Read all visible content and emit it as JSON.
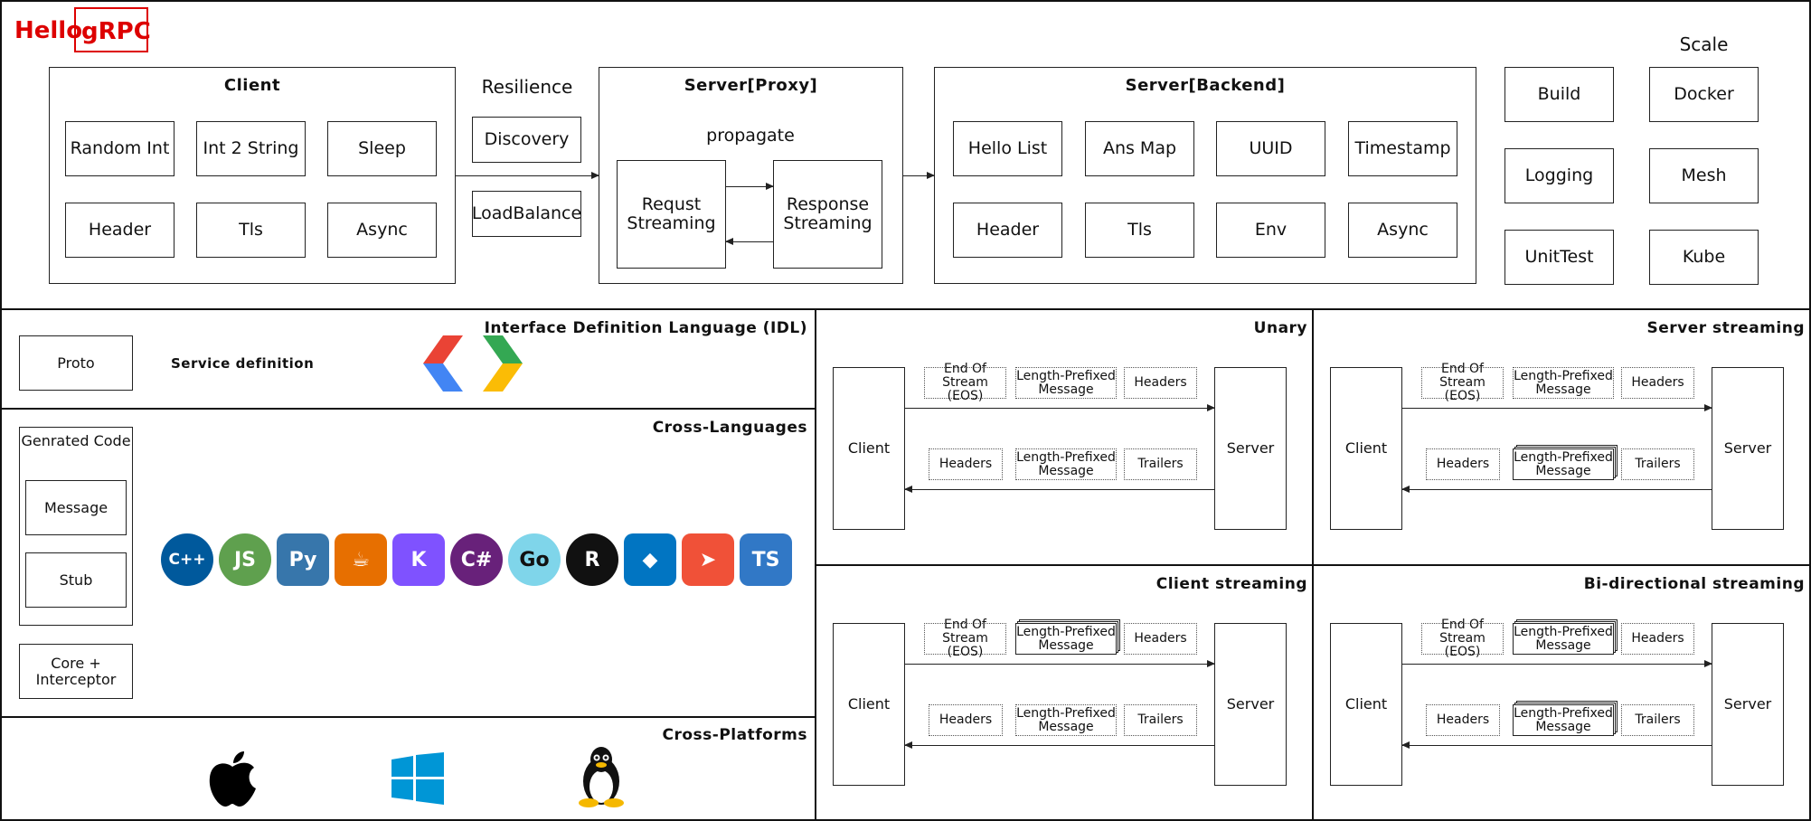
{
  "logo": {
    "hello": "Hello",
    "grpc": "gRPC"
  },
  "top": {
    "client": {
      "title": "Client",
      "items": [
        "Random Int",
        "Int 2 String",
        "Sleep",
        "Header",
        "Tls",
        "Async"
      ]
    },
    "resilience": {
      "title": "Resilience",
      "items": [
        "Discovery",
        "LoadBalance"
      ]
    },
    "proxy": {
      "title": "Server[Proxy]",
      "propagate": "propagate",
      "request": "Requst\nStreaming",
      "response": "Response\nStreaming"
    },
    "backend": {
      "title": "Server[Backend]",
      "items": [
        "Hello List",
        "Ans Map",
        "UUID",
        "Timestamp",
        "Header",
        "Tls",
        "Env",
        "Async"
      ]
    },
    "ops": {
      "scale_title": "Scale",
      "left": [
        "Build",
        "Logging",
        "UnitTest"
      ],
      "right": [
        "Docker",
        "Mesh",
        "Kube"
      ]
    }
  },
  "idl": {
    "title": "Interface Definition Language (IDL)",
    "proto": "Proto",
    "service": "Service definition"
  },
  "cross_languages": {
    "title": "Cross-Languages",
    "generated": "Genrated Code",
    "message": "Message",
    "stub": "Stub",
    "core": "Core +\nInterceptor",
    "icons": [
      {
        "name": "cpp-icon",
        "color": "#00599C",
        "text": "C++"
      },
      {
        "name": "nodejs-icon",
        "color": "#5FA04E",
        "text": "JS"
      },
      {
        "name": "python-icon",
        "color": "#3776AB",
        "text": "Py"
      },
      {
        "name": "java-icon",
        "color": "#E76F00",
        "text": "☕"
      },
      {
        "name": "kotlin-icon",
        "color": "#7F52FF",
        "text": "K"
      },
      {
        "name": "csharp-icon",
        "color": "#68217A",
        "text": "C#"
      },
      {
        "name": "go-gopher-icon",
        "color": "#7FD5EA",
        "text": "Go"
      },
      {
        "name": "rust-icon",
        "color": "#111111",
        "text": "R"
      },
      {
        "name": "dart-icon",
        "color": "#0175C2",
        "text": "◆"
      },
      {
        "name": "swift-icon",
        "color": "#F05138",
        "text": "➤"
      },
      {
        "name": "typescript-icon",
        "color": "#3178C6",
        "text": "TS"
      }
    ]
  },
  "cross_platforms": {
    "title": "Cross-Platforms",
    "icons": [
      "apple-icon",
      "windows-icon",
      "linux-tux-icon"
    ]
  },
  "rpc_types": [
    {
      "title": "Unary",
      "client": "Client",
      "server": "Server",
      "req": [
        "End Of\nStream (EOS)",
        "Length-Prefixed\nMessage",
        "Headers"
      ],
      "res": [
        "Headers",
        "Length-Prefixed\nMessage",
        "Trailers"
      ],
      "req_stream": false,
      "res_stream": false
    },
    {
      "title": "Server streaming",
      "client": "Client",
      "server": "Server",
      "req": [
        "End Of\nStream (EOS)",
        "Length-Prefixed\nMessage",
        "Headers"
      ],
      "res": [
        "Headers",
        "Length-Prefixed\nMessage",
        "Trailers"
      ],
      "req_stream": false,
      "res_stream": true
    },
    {
      "title": "Client streaming",
      "client": "Client",
      "server": "Server",
      "req": [
        "End Of\nStream (EOS)",
        "Length-Prefixed\nMessage",
        "Headers"
      ],
      "res": [
        "Headers",
        "Length-Prefixed\nMessage",
        "Trailers"
      ],
      "req_stream": true,
      "res_stream": false
    },
    {
      "title": "Bi-directional streaming",
      "client": "Client",
      "server": "Server",
      "req": [
        "End Of\nStream (EOS)",
        "Length-Prefixed\nMessage",
        "Headers"
      ],
      "res": [
        "Headers",
        "Length-Prefixed\nMessage",
        "Trailers"
      ],
      "req_stream": true,
      "res_stream": true
    }
  ]
}
